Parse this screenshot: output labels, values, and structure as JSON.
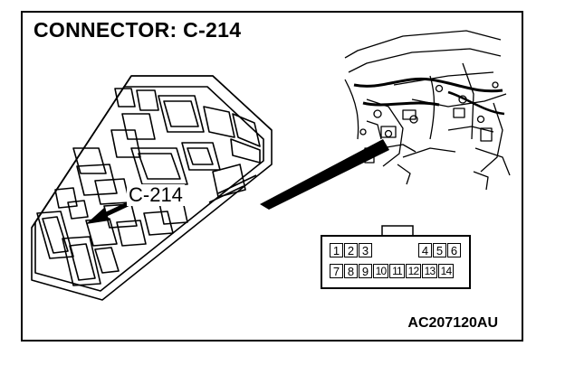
{
  "diagram": {
    "title": "CONNECTOR: C-214",
    "callout_label": "C-214",
    "figure_code": "AC207120AU"
  },
  "pinout": {
    "top_row": [
      "1",
      "2",
      "3",
      "",
      "",
      "4",
      "5",
      "6"
    ],
    "bottom_row": [
      "7",
      "8",
      "9",
      "10",
      "11",
      "12",
      "13",
      "14"
    ]
  }
}
